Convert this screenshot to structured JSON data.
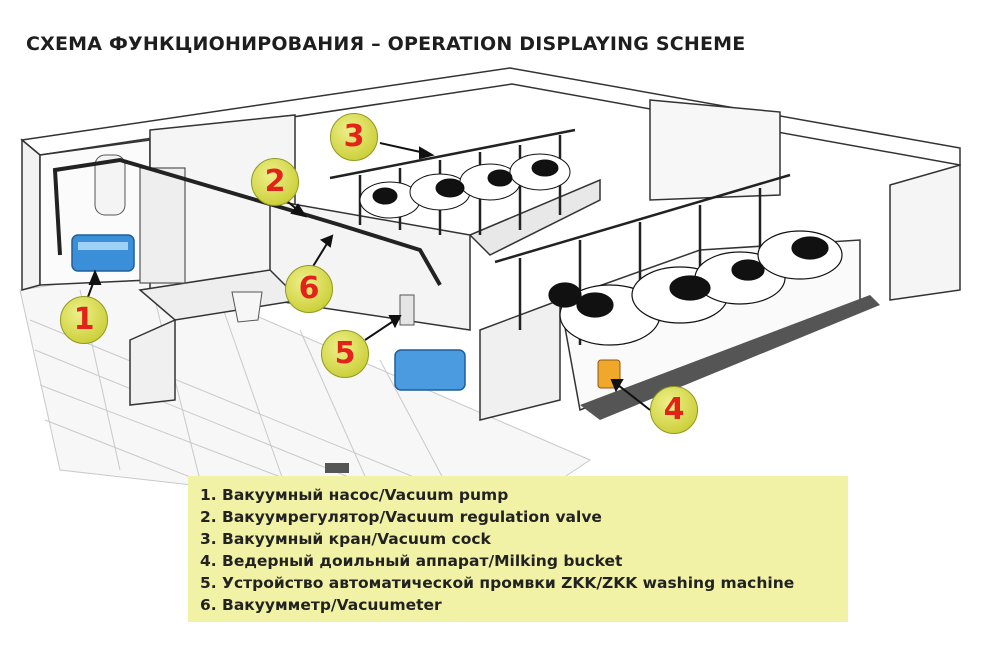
{
  "title": "СХЕМА ФУНКЦИОНИРОВАНИЯ – OPERATION DISPLAYING SCHEME",
  "badges": [
    "1",
    "2",
    "3",
    "4",
    "5",
    "6"
  ],
  "legend": [
    {
      "num": "1.",
      "text": "Вакуумный насос/Vacuum pump"
    },
    {
      "num": "2.",
      "text": "Вакуумрегулятор/Vacuum regulation valve"
    },
    {
      "num": "3.",
      "text": "Вакуумный кран/Vacuum cock"
    },
    {
      "num": "4.",
      "text": "Ведерный доильный аппарат/Milking bucket"
    },
    {
      "num": "5.",
      "text": "Устройство автоматической промвки ZKK/ZKK washing machine"
    },
    {
      "num": "6.",
      "text": "Вакуумметр/Vacuumeter"
    }
  ],
  "colors": {
    "badge": "#d6d94a",
    "badge_text": "#e2231a",
    "legend_bg": "#f2f2a6",
    "pump_blue": "#3a8fd8"
  }
}
